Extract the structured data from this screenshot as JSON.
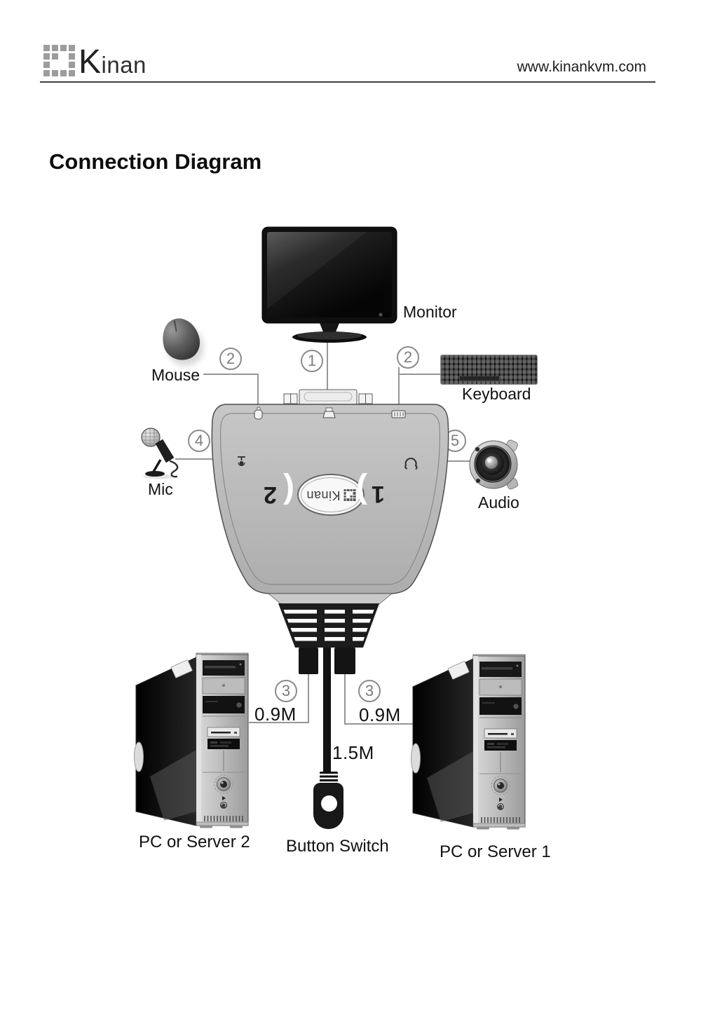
{
  "header": {
    "brand": "Kinan",
    "website": "www.kinankvm.com"
  },
  "title": "Connection Diagram",
  "diagram": {
    "labels": {
      "monitor": "Monitor",
      "mouse": "Mouse",
      "keyboard": "Keyboard",
      "mic": "Mic",
      "audio": "Audio",
      "button_switch": "Button Switch",
      "pc_left": "PC or Server 2",
      "pc_right": "PC or Server 1"
    },
    "callouts": {
      "monitor": "1",
      "mouse": "2",
      "keyboard": "2",
      "mic": "4",
      "audio": "5",
      "cable_left": "3",
      "cable_right": "3"
    },
    "cable_lengths": {
      "left": "0.9M",
      "right": "0.9M",
      "center": "1.5M"
    },
    "kvm": {
      "brand": "Kinan",
      "port_left_num": "2",
      "port_right_num": "1",
      "paren_left": "(",
      "paren_right": ")"
    }
  },
  "colors": {
    "callout_line": "#8f8f8f",
    "kvm_body": "#b9b9b9",
    "device_black": "#141414",
    "page_bg": "#ffffff"
  }
}
